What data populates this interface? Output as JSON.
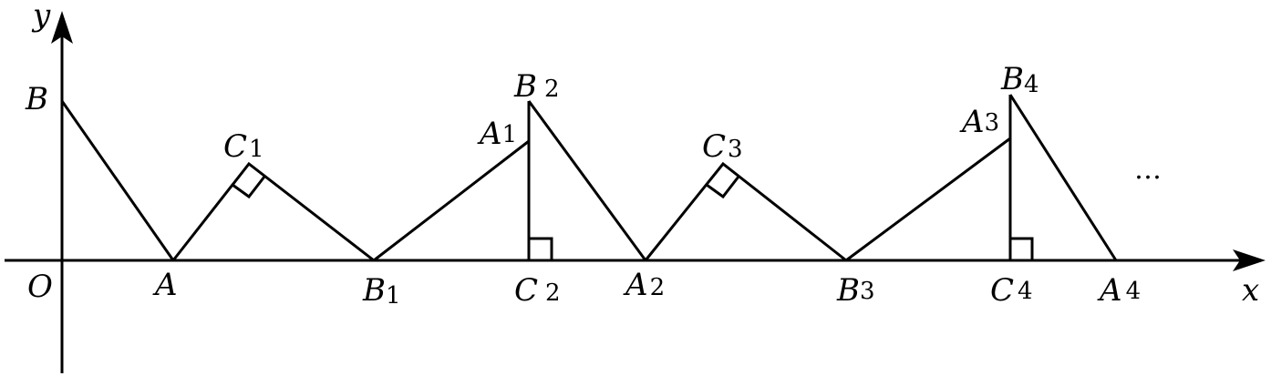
{
  "axes": {
    "x_label": "x",
    "y_label": "y",
    "origin_label": "O"
  },
  "points": [
    {
      "id": "B",
      "base": "B",
      "sub": ""
    },
    {
      "id": "A",
      "base": "A",
      "sub": ""
    },
    {
      "id": "C1",
      "base": "C",
      "sub": "1"
    },
    {
      "id": "B1",
      "base": "B",
      "sub": "1"
    },
    {
      "id": "A1",
      "base": "A",
      "sub": "1"
    },
    {
      "id": "B2",
      "base": "B",
      "sub": "2"
    },
    {
      "id": "C2",
      "base": "C",
      "sub": "2"
    },
    {
      "id": "A2",
      "base": "A",
      "sub": "2"
    },
    {
      "id": "C3",
      "base": "C",
      "sub": "3"
    },
    {
      "id": "B3",
      "base": "B",
      "sub": "3"
    },
    {
      "id": "A3",
      "base": "A",
      "sub": "3"
    },
    {
      "id": "B4",
      "base": "B",
      "sub": "4"
    },
    {
      "id": "C4",
      "base": "C",
      "sub": "4"
    },
    {
      "id": "A4",
      "base": "A",
      "sub": "4"
    }
  ],
  "continuation": "…"
}
